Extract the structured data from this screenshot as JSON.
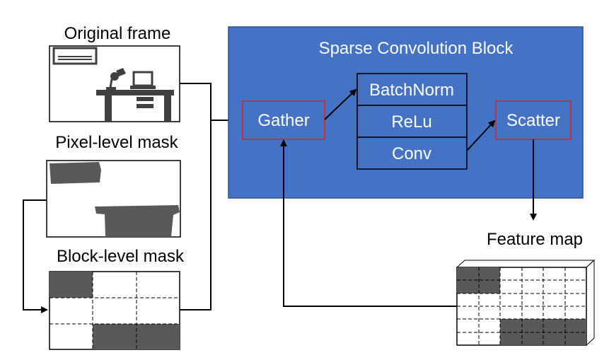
{
  "labels": {
    "original_frame": "Original frame",
    "pixel_mask": "Pixel-level mask",
    "block_mask": "Block-level mask",
    "feature_map": "Feature map"
  },
  "block": {
    "title": "Sparse Convolution Block",
    "gather": "Gather",
    "scatter": "Scatter",
    "layers": [
      "BatchNorm",
      "ReLu",
      "Conv"
    ]
  },
  "colors": {
    "block_fill": "#4472C4",
    "block_border": "#2F528F",
    "highlight_border": "#E0201B",
    "mask_fill": "#595959"
  }
}
